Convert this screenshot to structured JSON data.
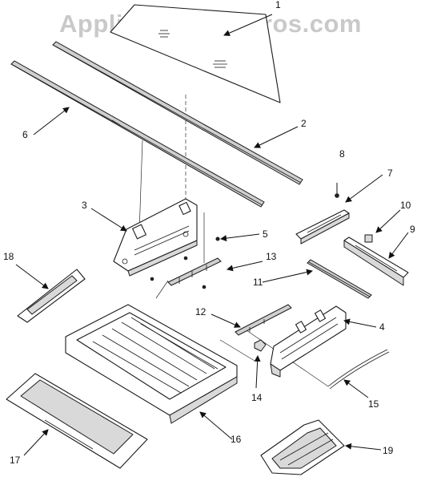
{
  "watermark": "AppliancePartsPros.com",
  "callouts": [
    {
      "id": "1",
      "label": "1"
    },
    {
      "id": "2",
      "label": "2"
    },
    {
      "id": "3",
      "label": "3"
    },
    {
      "id": "4",
      "label": "4"
    },
    {
      "id": "5",
      "label": "5"
    },
    {
      "id": "6",
      "label": "6"
    },
    {
      "id": "7",
      "label": "7"
    },
    {
      "id": "8",
      "label": "8"
    },
    {
      "id": "9",
      "label": "9"
    },
    {
      "id": "10",
      "label": "10"
    },
    {
      "id": "11",
      "label": "11"
    },
    {
      "id": "12",
      "label": "12"
    },
    {
      "id": "13",
      "label": "13"
    },
    {
      "id": "14",
      "label": "14"
    },
    {
      "id": "15",
      "label": "15"
    },
    {
      "id": "16",
      "label": "16"
    },
    {
      "id": "17",
      "label": "17"
    },
    {
      "id": "18",
      "label": "18"
    },
    {
      "id": "19",
      "label": "19"
    }
  ]
}
